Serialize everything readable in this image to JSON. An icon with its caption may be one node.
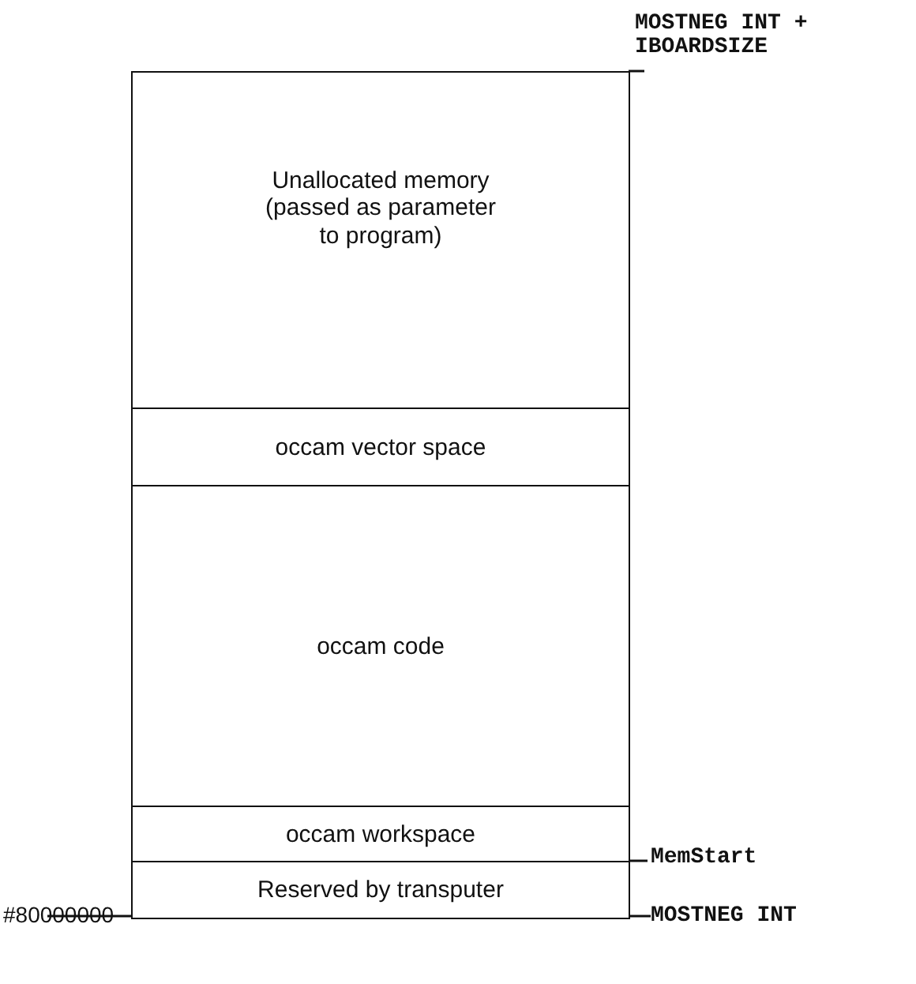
{
  "diagram": {
    "nodes": [
      {
        "text": [
          "Unallocated memory (passed as parameter to program)"
        ]
      },
      {
        "text": [
          "occam vector space"
        ]
      },
      {
        "text": [
          "occam code"
        ]
      },
      {
        "text": [
          "occam workspace"
        ]
      },
      {
        "text": [
          "Reserved by transputer"
        ]
      }
    ],
    "labels": [
      "MOSTNEG INT + IBOARDSIZE",
      "MemStart",
      "#80000000",
      "MOSTNEG INT"
    ]
  }
}
